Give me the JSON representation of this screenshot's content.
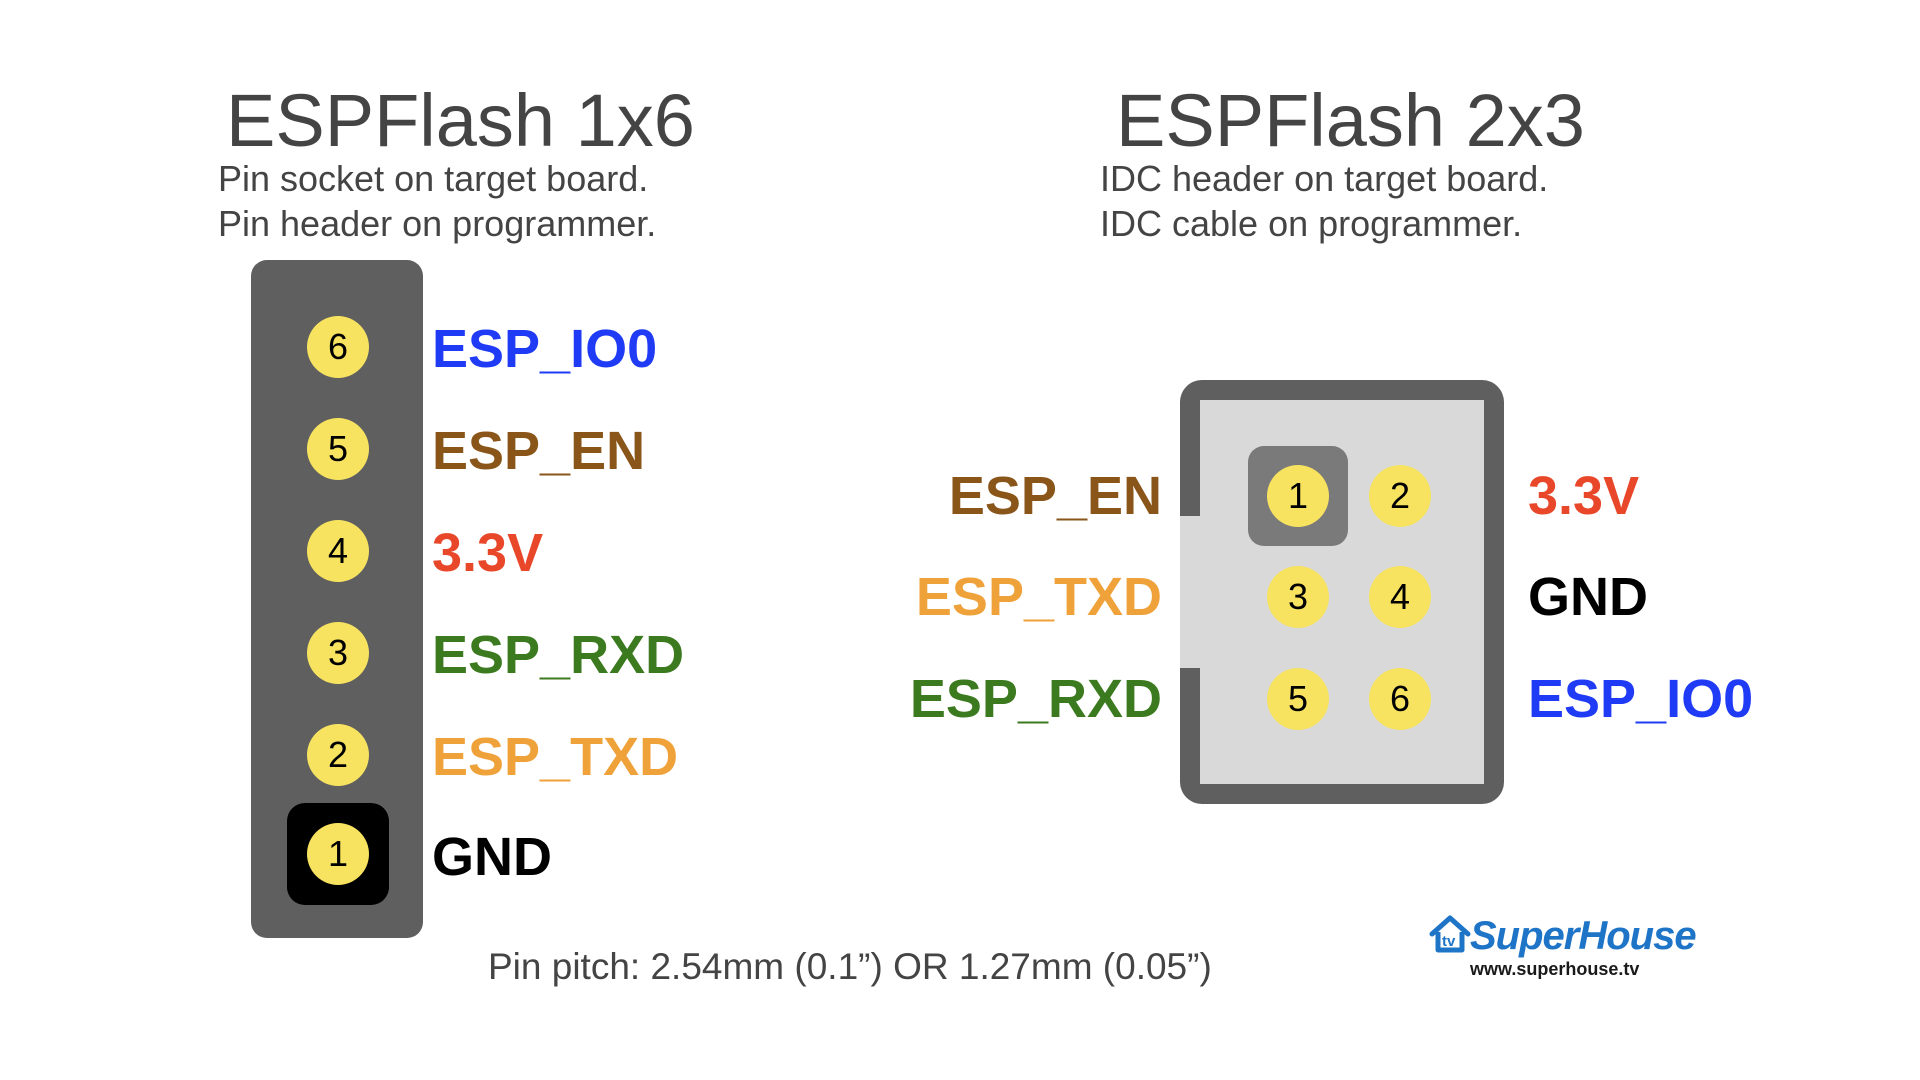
{
  "left_diagram": {
    "title": "ESPFlash 1x6",
    "subtitle_line1": "Pin socket on target board.",
    "subtitle_line2": "Pin header on programmer.",
    "pins": [
      {
        "number": "6",
        "label": "ESP_IO0",
        "color": "#1f3bf5"
      },
      {
        "number": "5",
        "label": "ESP_EN",
        "color": "#8a5519"
      },
      {
        "number": "4",
        "label": "3.3V",
        "color": "#e8472a"
      },
      {
        "number": "3",
        "label": "ESP_RXD",
        "color": "#3c7a1f"
      },
      {
        "number": "2",
        "label": "ESP_TXD",
        "color": "#f0a23a"
      },
      {
        "number": "1",
        "label": "GND",
        "color": "#000000"
      }
    ]
  },
  "right_diagram": {
    "title": "ESPFlash 2x3",
    "subtitle_line1": "IDC header on target board.",
    "subtitle_line2": "IDC cable on programmer.",
    "pins": [
      {
        "number": "1",
        "label": "ESP_EN",
        "color": "#8a5519"
      },
      {
        "number": "2",
        "label": "3.3V",
        "color": "#e8472a"
      },
      {
        "number": "3",
        "label": "ESP_TXD",
        "color": "#f0a23a"
      },
      {
        "number": "4",
        "label": "GND",
        "color": "#000000"
      },
      {
        "number": "5",
        "label": "ESP_RXD",
        "color": "#3c7a1f"
      },
      {
        "number": "6",
        "label": "ESP_IO0",
        "color": "#1f3bf5"
      }
    ]
  },
  "footnote": "Pin pitch: 2.54mm (0.1”) OR 1.27mm (0.05”)",
  "logo": {
    "name": "SuperHouse",
    "url": "www.superhouse.tv"
  },
  "colors": {
    "pin_fill": "#f7e35f",
    "housing": "#5f5f5f",
    "housing_inner": "#d9d9d9",
    "text": "#444444"
  }
}
